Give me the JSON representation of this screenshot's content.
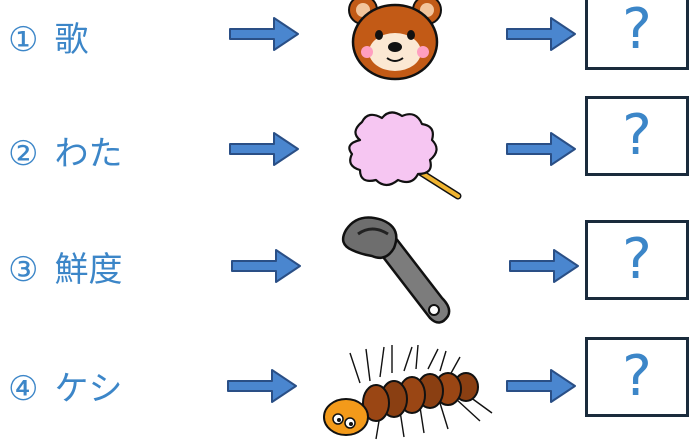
{
  "rows": [
    {
      "number": "①",
      "word": "歌",
      "picture_icon": "bear-face-icon",
      "answer_placeholder": "?"
    },
    {
      "number": "②",
      "word": "わた",
      "picture_icon": "cotton-candy-icon",
      "answer_placeholder": "?"
    },
    {
      "number": "③",
      "word": "鮮度",
      "picture_icon": "shoehorn-icon",
      "answer_placeholder": "?"
    },
    {
      "number": "④",
      "word": "ケシ",
      "picture_icon": "caterpillar-icon",
      "answer_placeholder": "?"
    }
  ],
  "colors": {
    "text": "#3c86c8",
    "arrow_fill": "#4a86cf",
    "arrow_stroke": "#2a4f86",
    "box_border": "#1a2b3c"
  }
}
